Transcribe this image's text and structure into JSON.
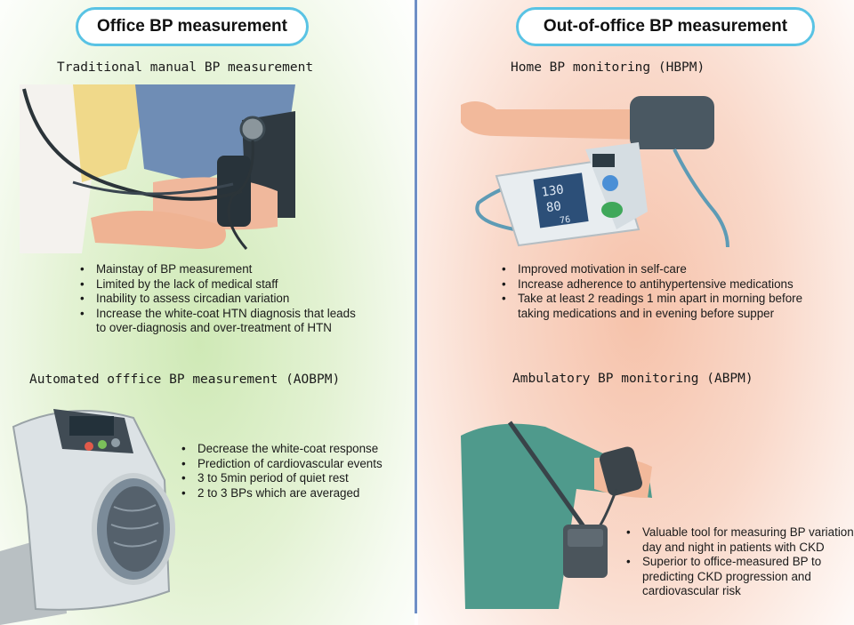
{
  "left": {
    "header": "Office BP measurement",
    "manual": {
      "title": "Traditional manual BP measurement",
      "bullets": [
        "Mainstay of BP measurement",
        "Limited by the lack of medical staff",
        "Inability to assess circadian variation",
        "Increase the white-coat HTN diagnosis that leads",
        "to over-diagnosis and over-treatment of HTN"
      ]
    },
    "aobpm": {
      "title": "Automated offfice BP measurement (AOBPM)",
      "bullets": [
        "Decrease the white-coat response",
        "Prediction of cardiovascular events",
        "3 to 5min period of quiet rest",
        "2 to 3 BPs which are averaged"
      ]
    }
  },
  "right": {
    "header": "Out-of-office BP measurement",
    "hbpm": {
      "title": "Home BP monitoring (HBPM)",
      "bullets": [
        "Improved motivation in self-care",
        "Increase adherence to antihypertensive medications",
        "Take at least 2 readings 1 min apart in morning before",
        "taking medications and in evening before supper"
      ],
      "display": {
        "sys": "130",
        "dia": "80",
        "pulse": "76"
      }
    },
    "abpm": {
      "title": "Ambulatory BP monitoring (ABPM)",
      "bullets": [
        "Valuable tool for measuring BP variation",
        "day and night in patients with CKD",
        "Superior to office-measured BP to",
        "predicting CKD progression and",
        "cardiovascular risk"
      ]
    }
  },
  "colors": {
    "left_bg": "#cfe9b6",
    "right_bg": "#f6c2aa",
    "pill_border": "#59c3e4",
    "divider": "#6f8fc6"
  }
}
